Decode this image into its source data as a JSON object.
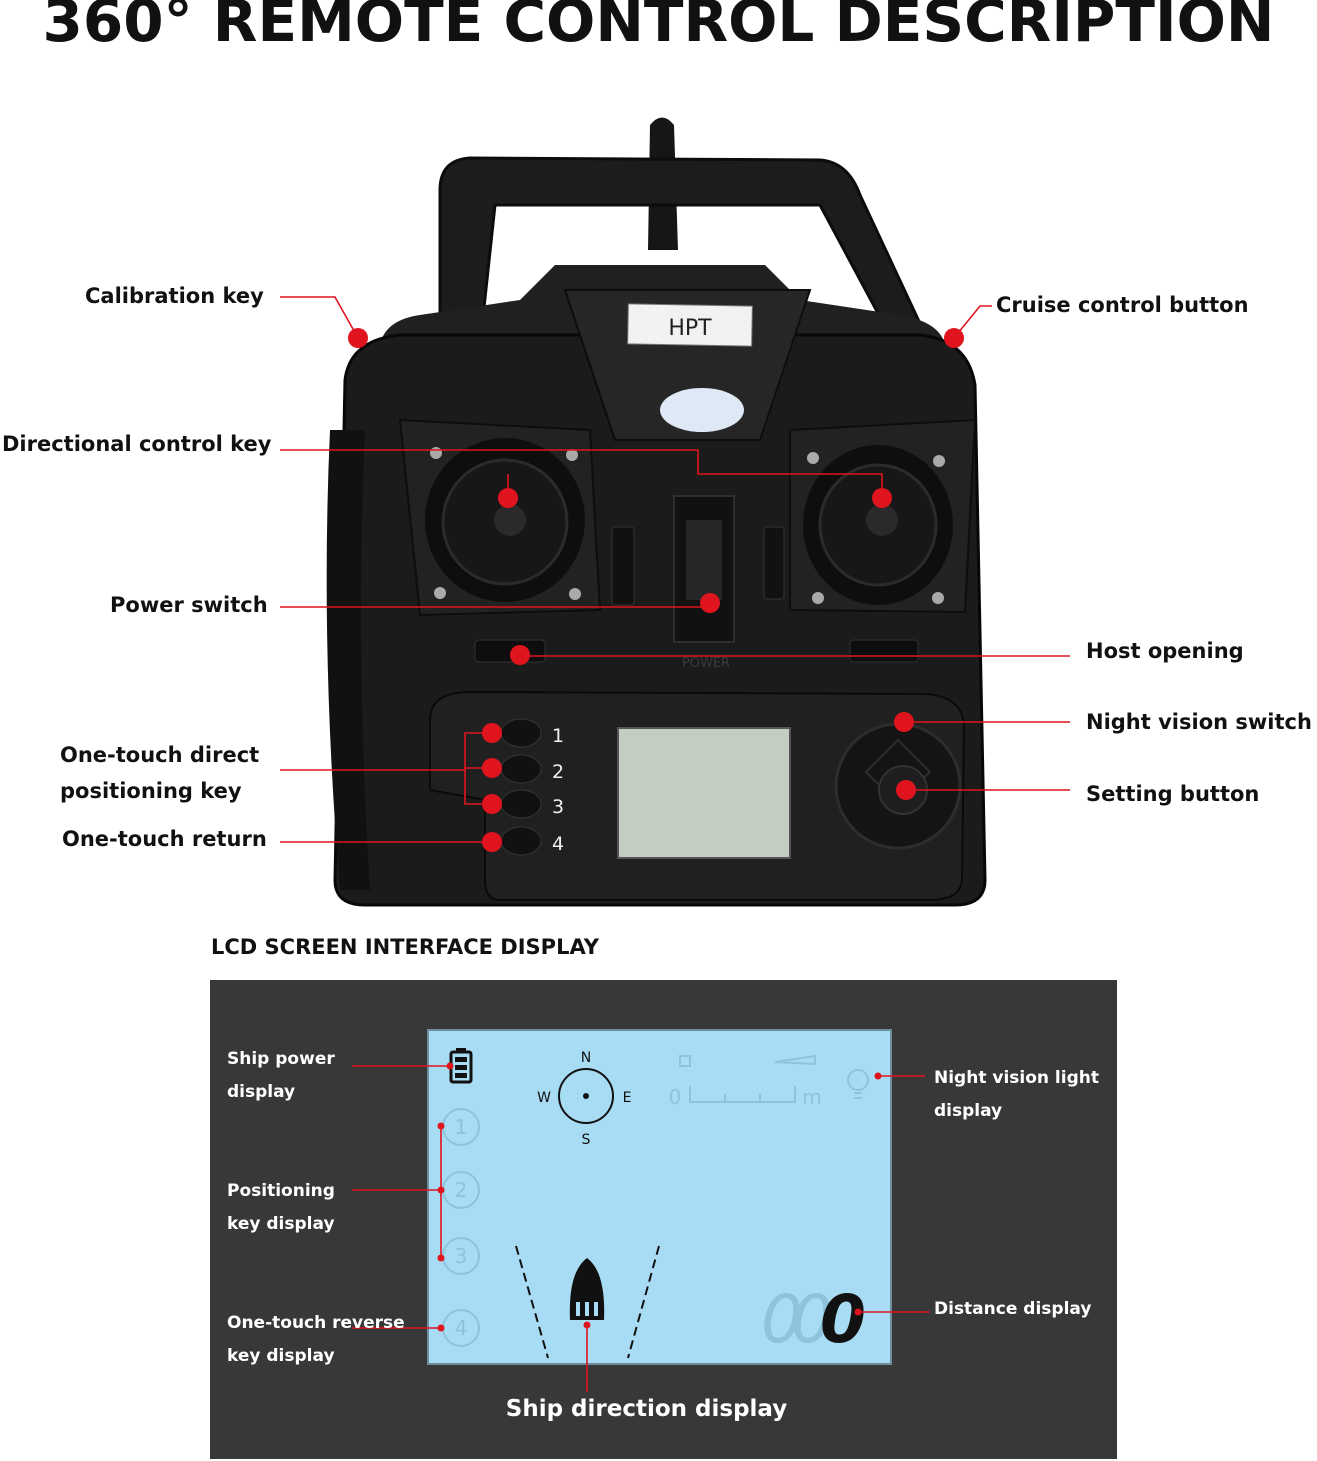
{
  "title": "360° REMOTE CONTROL DESCRIPTION",
  "remote": {
    "brand": "HPT",
    "power_text": "POWER",
    "button_numbers": [
      "1",
      "2",
      "3",
      "4"
    ]
  },
  "callouts": {
    "calibration_key": "Calibration key",
    "cruise_control_button": "Cruise control button",
    "directional_control_key": "Directional control key",
    "power_switch": "Power switch",
    "host_opening": "Host opening",
    "night_vision_switch": "Night vision switch",
    "one_touch_direct_line1": "One-touch direct",
    "one_touch_direct_line2": "positioning key",
    "setting_button": "Setting button",
    "one_touch_return": "One-touch return"
  },
  "lcd": {
    "heading": "LCD SCREEN INTERFACE DISPLAY",
    "compass": {
      "n": "N",
      "s": "S",
      "w": "W",
      "e": "E"
    },
    "scale_start": "0",
    "scale_unit": "m",
    "slot_numbers": [
      "1",
      "2",
      "3",
      "4"
    ],
    "distance_digits": [
      "0",
      "0",
      "0"
    ],
    "labels": {
      "ship_power_1": "Ship power",
      "ship_power_2": "display",
      "positioning_1": "Positioning",
      "positioning_2": "key display",
      "reverse_1": "One-touch reverse",
      "reverse_2": "key display",
      "night_light_1": "Night vision light",
      "night_light_2": "display",
      "distance": "Distance display",
      "ship_direction": "Ship direction display"
    }
  },
  "colors": {
    "callout_red": "#e0141e",
    "remote_body": "#1b1b1b",
    "lcd_panel": "#383838",
    "lcd_screen": "#a8dcf4"
  }
}
